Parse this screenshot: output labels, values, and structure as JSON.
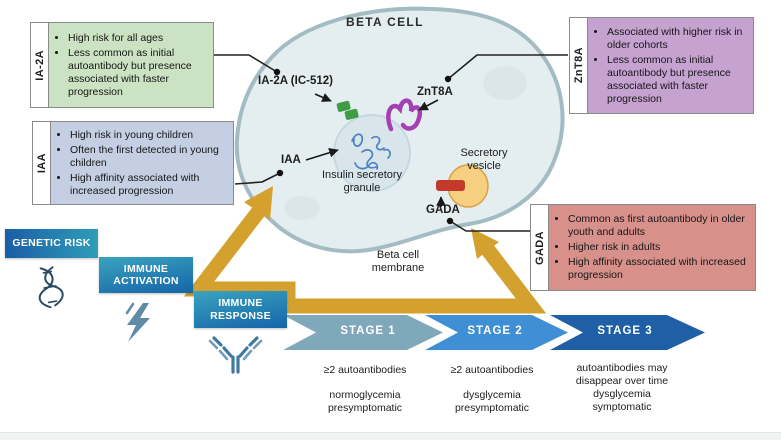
{
  "palette": {
    "gold": "#d4a12f",
    "cell_fill": "#e4edef",
    "cell_stroke": "#a3bcc4",
    "granule_fill": "#d8e5eb",
    "vesicle_fill": "#f6cf80",
    "vesicle_stroke": "#d8a244",
    "gada_antigen_red": "#c33a2b",
    "ia2a_antigen_green": "#3f9b44",
    "znt8a_antigen_purple": "#a63fb4",
    "insulin_blue": "#4d82c4",
    "genetic_risk_bg": "linear-gradient(90deg,#1a5da6,#2f9db8)",
    "immune_activation_bg": "linear-gradient(170deg,#3aa3bf,#1565a8)",
    "immune_response_bg": "linear-gradient(170deg,#3aa3bf,#1565a8)"
  },
  "cell": {
    "title": "BETA CELL",
    "antigen_labels": {
      "ia2a": "IA-2A (IC-512)",
      "znt8a": "ZnT8A",
      "iaa": "IAA",
      "gada": "GADA"
    },
    "granule_label": "Insulin secretory granule",
    "vesicle_label": "Secretory vesicle",
    "membrane_label": "Beta cell membrane"
  },
  "callouts": [
    {
      "id": "ia2a",
      "tab": "IA-2A",
      "bg": "#cbe3c2",
      "bullets": [
        "High risk for all ages",
        "Less common as initial autoantibody but presence associated with faster progression"
      ]
    },
    {
      "id": "iaa",
      "tab": "IAA",
      "bg": "#c4cfe3",
      "bullets": [
        "High risk in young children",
        "Often the first detected in young children",
        "High affinity associated with increased progression"
      ]
    },
    {
      "id": "znt8a",
      "tab": "ZnT8A",
      "bg": "#c6a2d1",
      "bullets": [
        "Associated with higher risk in older cohorts",
        "Less common as initial autoantibody but presence associated with faster progression"
      ]
    },
    {
      "id": "gada",
      "tab": "GADA",
      "bg": "#d8908b",
      "bullets": [
        "Common as first autoantibody in older youth and adults",
        "Higher risk in adults",
        "High affinity associated with increased progression"
      ]
    }
  ],
  "progression": [
    {
      "label": "GENETIC RISK",
      "icon": "dna-icon"
    },
    {
      "label": "IMMUNE ACTIVATION",
      "icon": "lightning-icon"
    },
    {
      "label": "IMMUNE RESPONSE",
      "icon": "antibody-icon"
    }
  ],
  "stages": [
    {
      "label": "STAGE 1",
      "color": "#7fa9ba",
      "lines": [
        "≥2 autoantibodies",
        "",
        "normoglycemia",
        "presymptomatic"
      ]
    },
    {
      "label": "STAGE 2",
      "color": "#3e8fd3",
      "lines": [
        "≥2 autoantibodies",
        "",
        "dysglycemia",
        "presymptomatic"
      ]
    },
    {
      "label": "STAGE 3",
      "color": "#1f5fa6",
      "lines": [
        "autoantibodies may",
        "disappear over time",
        "dysglycemia",
        "symptomatic"
      ]
    }
  ]
}
